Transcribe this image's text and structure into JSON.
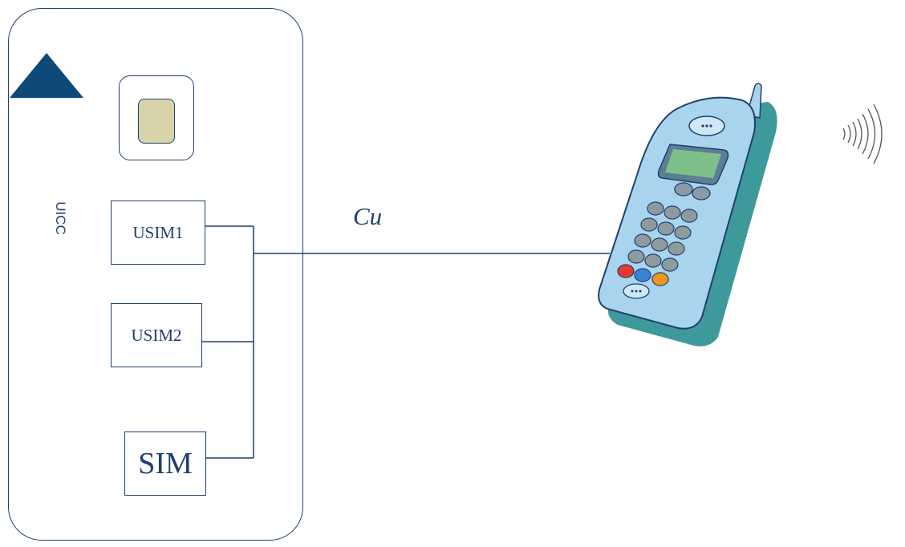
{
  "diagram": {
    "card_label": "UICC",
    "applications": [
      {
        "id": "usim1",
        "label": "USIM1"
      },
      {
        "id": "usim2",
        "label": "USIM2"
      },
      {
        "id": "sim",
        "label": "SIM"
      }
    ],
    "interface_label": "Cu"
  },
  "colors": {
    "line": "#1f3f6e",
    "card_corner": "#0d4a7a",
    "chip": "#d8d3a8",
    "phone_body": "#a9d4ee",
    "phone_shadow": "#3e9a9a"
  },
  "icons": {
    "chip": "sim-chip-icon",
    "phone": "mobile-phone-icon",
    "signal": "radio-waves-icon"
  }
}
